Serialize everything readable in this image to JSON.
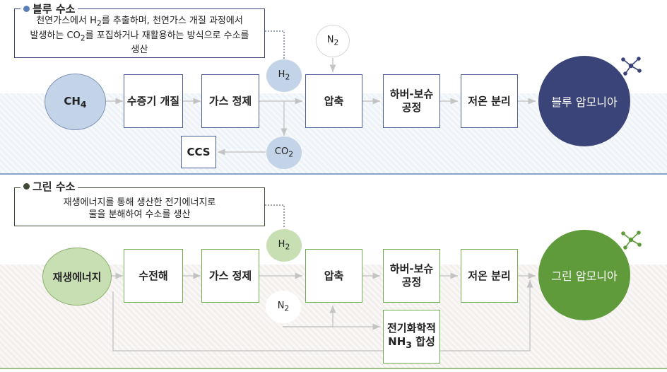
{
  "blue": {
    "title": "블루 수소",
    "desc_1a": "천연가스에서 H",
    "desc_1b": "를 추출하며, 천연가스 개질 과정에서",
    "desc_2a": "발생하는 CO",
    "desc_2b": "를 포집하거나 재활용하는 방식으로 수소를",
    "desc_3": "생산",
    "source": "CH",
    "source_sub": "4",
    "step1": "수증기 개질",
    "step2": "가스 정제",
    "h2": "H",
    "h2_sub": "2",
    "n2": "N",
    "n2_sub": "2",
    "co2": "CO",
    "co2_sub": "2",
    "ccs": "CCS",
    "compress": "압축",
    "haber_1": "하버-보슈",
    "haber_2": "공정",
    "cryo": "저온 분리",
    "product": "블루 암모니아",
    "sub2": "2"
  },
  "green": {
    "title": "그린 수소",
    "desc_1": "재생에너지를 통해 생산한 전기에너지로",
    "desc_2": "물을 분해하여 수소를 생산",
    "source": "재생에너지",
    "step1": "수전해",
    "step2": "가스 정제",
    "h2": "H",
    "h2_sub": "2",
    "n2": "N",
    "n2_sub": "2",
    "compress": "압축",
    "haber_1": "하버-보슈",
    "haber_2": "공정",
    "electro_1": "전기화학적",
    "electro_2a": "NH",
    "electro_2sub": "3",
    "electro_2b": " 합성",
    "cryo": "저온 분리",
    "product": "그린 암모니아"
  },
  "colors": {
    "blue_dark": "#3b4478",
    "blue_light": "#c3d3e8",
    "green_dark": "#5f9b3a",
    "green_light": "#c8dfb4",
    "connector": "#c8c8c8"
  },
  "icons": [
    "molecule-icon"
  ]
}
